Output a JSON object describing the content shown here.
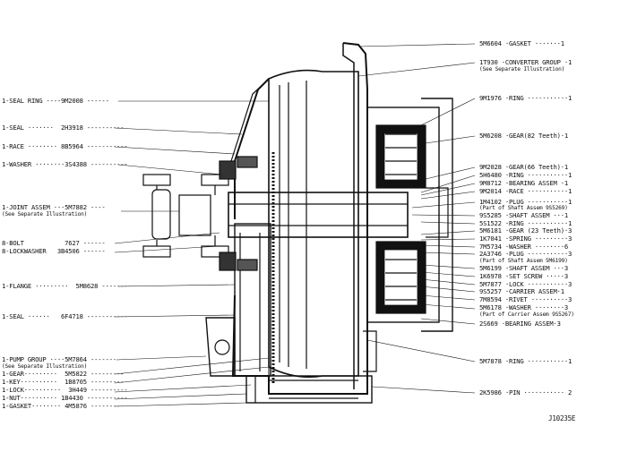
{
  "figure_id": "J10235E",
  "left_labels": [
    {
      "key": "seal_ring",
      "text": "1-SEAL RING ----9M2008 ------"
    },
    {
      "key": "seal1",
      "text": "1-SEAL ·······  2H3918 ----------"
    },
    {
      "key": "race",
      "text": "1-RACE ········ 8B5964 -----------"
    },
    {
      "key": "washer",
      "text": "1-WASHER ········3S4388 ----------"
    },
    {
      "key": "joint",
      "text": "1-JOINT ASSEM ···5M7882 ----",
      "sub": "(See Separate Illustration)"
    },
    {
      "key": "bolt",
      "text": "8-BOLT           7627 ------"
    },
    {
      "key": "lockwasher",
      "text": "8-LOCKWASHER   3B4506 ------"
    },
    {
      "key": "flange",
      "text": "1-FLANGE ·········  5M8628 ---------"
    },
    {
      "key": "seal2",
      "text": "1-SEAL ······   6F4718 ------------"
    },
    {
      "key": "pump",
      "text": "1-PUMP GROUP ····5M7864 -------",
      "sub": "(See Separate Illustration)"
    },
    {
      "key": "gear",
      "text": "1-GEAR·········  5M5822 ---------"
    },
    {
      "key": "key",
      "text": "1-KEY··········  1B8705 ---------"
    },
    {
      "key": "lock",
      "text": "1-LOCK··········  3H449 ----------"
    },
    {
      "key": "nut",
      "text": "1-NUT·········· 1B4430 -----------"
    },
    {
      "key": "gasket",
      "text": "1-GASKET········ 4M5876 ---------"
    }
  ],
  "right_labels": [
    {
      "key": "r_gasket",
      "text": "5M6604 ·GASKET ·······1"
    },
    {
      "key": "r_converter",
      "text": "1T930 -CONVERTER GROUP ·1",
      "sub": "(See Separate Illustration)"
    },
    {
      "key": "r_ring1",
      "text": "9M1976 ·RING ···········1"
    },
    {
      "key": "r_gear82",
      "text": "5M6208 ·GEAR(82 Teeth)·1"
    },
    {
      "key": "r_gear66",
      "text": "9M2028 ·GEAR(66 Teeth)·1"
    },
    {
      "key": "r_ring2",
      "text": "5H6480 ·RING ···········1"
    },
    {
      "key": "r_bearing1",
      "text": "9M8712 ·BEARING ASSEM ·1"
    },
    {
      "key": "r_race",
      "text": "9M2014 ·RACE ···········1"
    },
    {
      "key": "r_plug1",
      "text": "1M4102 ·PLUG ···········1",
      "sub": "(Part of Shaft Assem 9S5269)"
    },
    {
      "key": "r_shaft1",
      "text": "9S5285 ·SHAFT ASSEM ···1"
    },
    {
      "key": "r_ring3",
      "text": "5S1522 ·RING ···········1"
    },
    {
      "key": "r_gear23",
      "text": "5M6181 ·GEAR (23 Teeth)·3"
    },
    {
      "key": "r_spring",
      "text": "1K7041 ·SPRING ·········3"
    },
    {
      "key": "r_washer1",
      "text": "7M5734 ·WASHER ········6"
    },
    {
      "key": "r_plug2",
      "text": "2A3746 ·PLUG ···········3",
      "sub": "(Part of Shaft Assem 5M6199)"
    },
    {
      "key": "r_shaft2",
      "text": "5M6199 ·SHAFT ASSEM ···3"
    },
    {
      "key": "r_setscrew",
      "text": "1K6978 ·SET SCREW ·····3"
    },
    {
      "key": "r_lock",
      "text": "5M7877 ·LOCK ···········3"
    },
    {
      "key": "r_carrier",
      "text": "9S5257 ·CARRIER ASSEM·1"
    },
    {
      "key": "r_rivet",
      "text": "7M8594 ·RIVET ··········3"
    },
    {
      "key": "r_washer2",
      "text": "5M6178 ·WASHER ········3",
      "sub": "(Part of Carrier Assem 9S5267)"
    },
    {
      "key": "r_bearing2",
      "text": "2S669 ·BEARING ASSEM·3"
    },
    {
      "key": "r_ring4",
      "text": "5M7878 ·RING ···········1"
    },
    {
      "key": "r_pin",
      "text": "2K5986 ·PIN ··········· 2"
    }
  ]
}
